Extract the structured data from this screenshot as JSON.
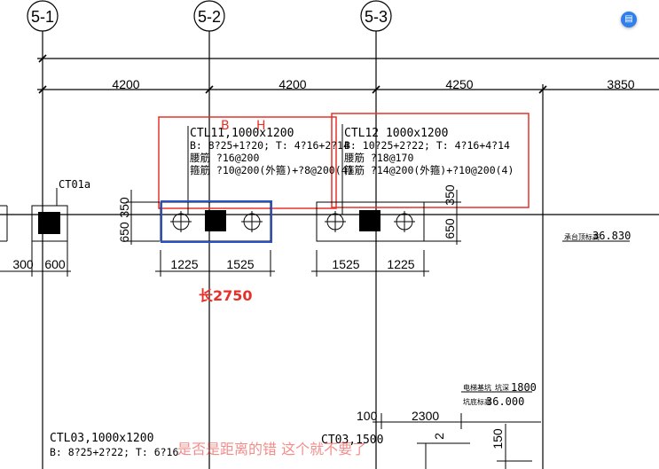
{
  "axes": {
    "a1": "5-1",
    "a2": "5-2",
    "a3": "5-3"
  },
  "dims": {
    "d1": "4200",
    "d2": "4200",
    "d3": "4250",
    "d4": "3850"
  },
  "ctl11": {
    "title": "CTL11,1000x1200",
    "line2": "B: 8?25+1?20; T: 4?16+2?14",
    "line3": "腰筋 ?16@200",
    "line4": "箍筋 ?10@200(外箍)+?8@200(4)"
  },
  "ctl12": {
    "title": "CTL12 1000x1200",
    "line2": "B: 10?25+2?22; T: 4?16+4?14",
    "line3": "腰筋 ?18@170",
    "line4": "箍筋 ?14@200(外箍)+?10@200(4)"
  },
  "annot": {
    "b": "B",
    "h": "H",
    "length": "长2750"
  },
  "ct01a": "CT01a",
  "vdim": {
    "v350a": "350",
    "v650a": "650",
    "v350b": "350",
    "v650b": "650"
  },
  "hdim": {
    "h300": "300",
    "h600": "600",
    "h1225a": "1225",
    "h1525a": "1525",
    "h1525b": "1525",
    "h1225b": "1225"
  },
  "elev": {
    "cap": "承台顶标高",
    "cap_val": "36.830",
    "pit": "电梯基坑",
    "pit_label": "坑深",
    "pit_val": "1800",
    "pit_bottom": "坑底标高",
    "pit_bottom_val": "36.000"
  },
  "low": {
    "d100": "100",
    "d2300": "2300",
    "v2": "2",
    "v150": "150",
    "ctl03_title": "CTL03,1000x1200",
    "ctl03_line2": "B: 8?25+2?22; T: 6?16",
    "ct03": "CT03,1500",
    "overlay": "是否是距离的错 这个就不要了"
  },
  "fab_icon": "image-icon"
}
